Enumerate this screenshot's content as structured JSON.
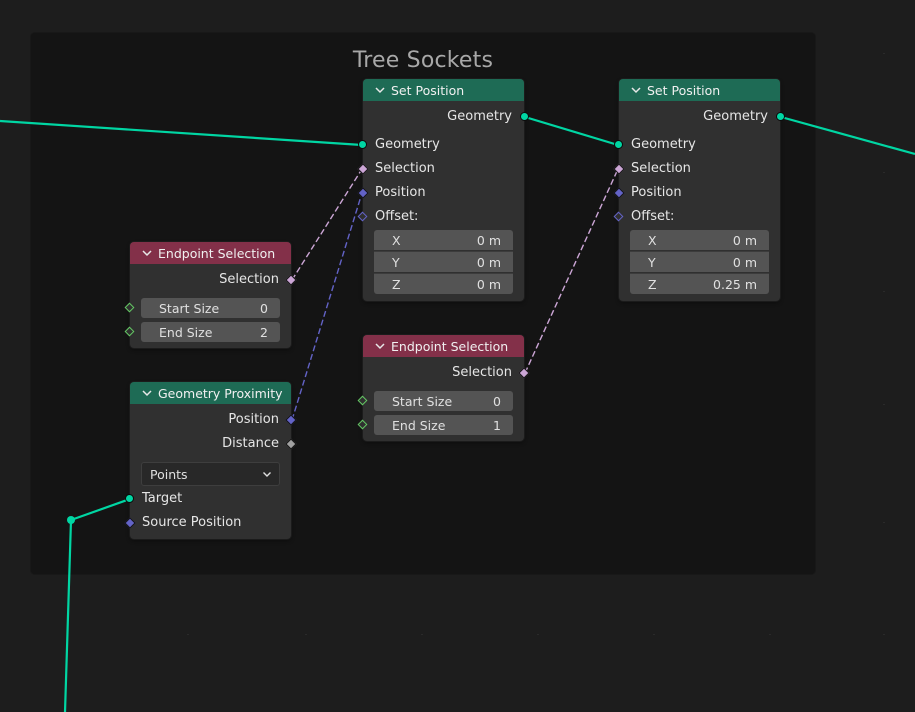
{
  "frame": {
    "label": "Tree Sockets"
  },
  "nodes": {
    "set_position_1": {
      "title": "Set Position",
      "output_geometry": "Geometry",
      "input_geometry": "Geometry",
      "input_selection": "Selection",
      "input_position": "Position",
      "input_offset": "Offset:",
      "offset": [
        {
          "axis": "X",
          "value": "0 m"
        },
        {
          "axis": "Y",
          "value": "0 m"
        },
        {
          "axis": "Z",
          "value": "0 m"
        }
      ]
    },
    "set_position_2": {
      "title": "Set Position",
      "output_geometry": "Geometry",
      "input_geometry": "Geometry",
      "input_selection": "Selection",
      "input_position": "Position",
      "input_offset": "Offset:",
      "offset": [
        {
          "axis": "X",
          "value": "0 m"
        },
        {
          "axis": "Y",
          "value": "0 m"
        },
        {
          "axis": "Z",
          "value": "0.25 m"
        }
      ]
    },
    "endpoint_selection_1": {
      "title": "Endpoint Selection",
      "output_selection": "Selection",
      "start_size_label": "Start Size",
      "start_size_value": "0",
      "end_size_label": "End Size",
      "end_size_value": "2"
    },
    "endpoint_selection_2": {
      "title": "Endpoint Selection",
      "output_selection": "Selection",
      "start_size_label": "Start Size",
      "start_size_value": "0",
      "end_size_label": "End Size",
      "end_size_value": "1"
    },
    "geometry_proximity": {
      "title": "Geometry Proximity",
      "output_position": "Position",
      "output_distance": "Distance",
      "mode": "Points",
      "input_target": "Target",
      "input_source_position": "Source Position"
    }
  },
  "colors": {
    "background": "#1d1d1d",
    "frame": "#141414",
    "node_body": "#303030",
    "header_geometry": "#1e6b55",
    "header_input": "#833049",
    "socket_geometry": "#00d6a3",
    "socket_boolean": "#cca6d6",
    "socket_vector": "#6363c7",
    "socket_integer": "#63c763",
    "socket_float": "#a1a1a1"
  }
}
